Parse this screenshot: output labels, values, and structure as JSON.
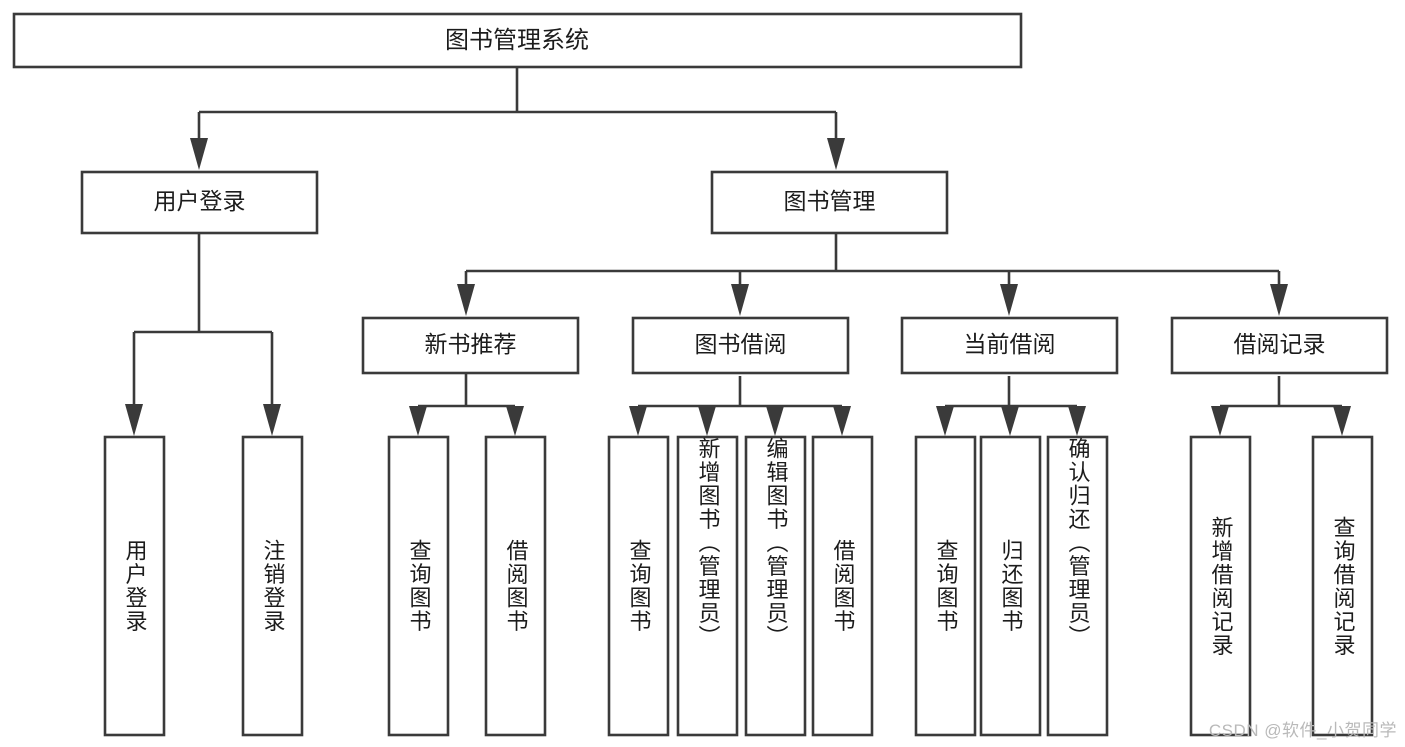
{
  "diagram": {
    "type": "tree",
    "title": "图书管理系统",
    "watermark": "CSDN @软件_小贺同学",
    "colors": {
      "background": "#ffffff",
      "stroke": "#3a3a3a",
      "box_fill": "#ffffff",
      "text": "#1c1c1c",
      "watermark": "#b9b9b9"
    },
    "root": {
      "label": "图书管理系统"
    },
    "level2": [
      {
        "label": "用户登录"
      },
      {
        "label": "图书管理"
      }
    ],
    "level3": [
      {
        "label": "新书推荐"
      },
      {
        "label": "图书借阅"
      },
      {
        "label": "当前借阅"
      },
      {
        "label": "借阅记录"
      }
    ],
    "leaves": {
      "user_login": [
        {
          "label": "用户登录"
        },
        {
          "label": "注销登录"
        }
      ],
      "new_book": [
        {
          "label": "查询图书"
        },
        {
          "label": "借阅图书"
        }
      ],
      "book_borrow": [
        {
          "label": "查询图书"
        },
        {
          "label": "新增图书（管理员）"
        },
        {
          "label": "编辑图书（管理员）"
        },
        {
          "label": "借阅图书"
        }
      ],
      "current_borrow": [
        {
          "label": "查询图书"
        },
        {
          "label": "归还图书"
        },
        {
          "label": "确认归还（管理员）"
        }
      ],
      "borrow_record": [
        {
          "label": "新增借阅记录"
        },
        {
          "label": "查询借阅记录"
        }
      ]
    }
  }
}
